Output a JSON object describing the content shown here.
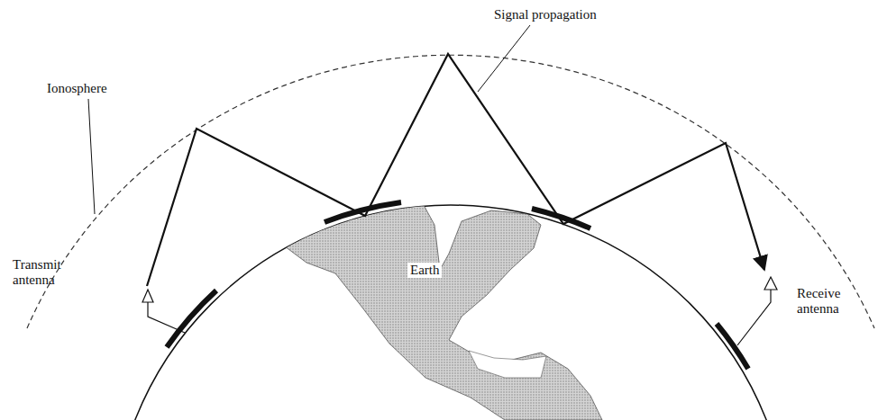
{
  "diagram": {
    "labels": [
      "Signal propagation",
      "Ionosphere",
      "Transmit antenna",
      "Earth",
      "Receive antenna"
    ]
  }
}
